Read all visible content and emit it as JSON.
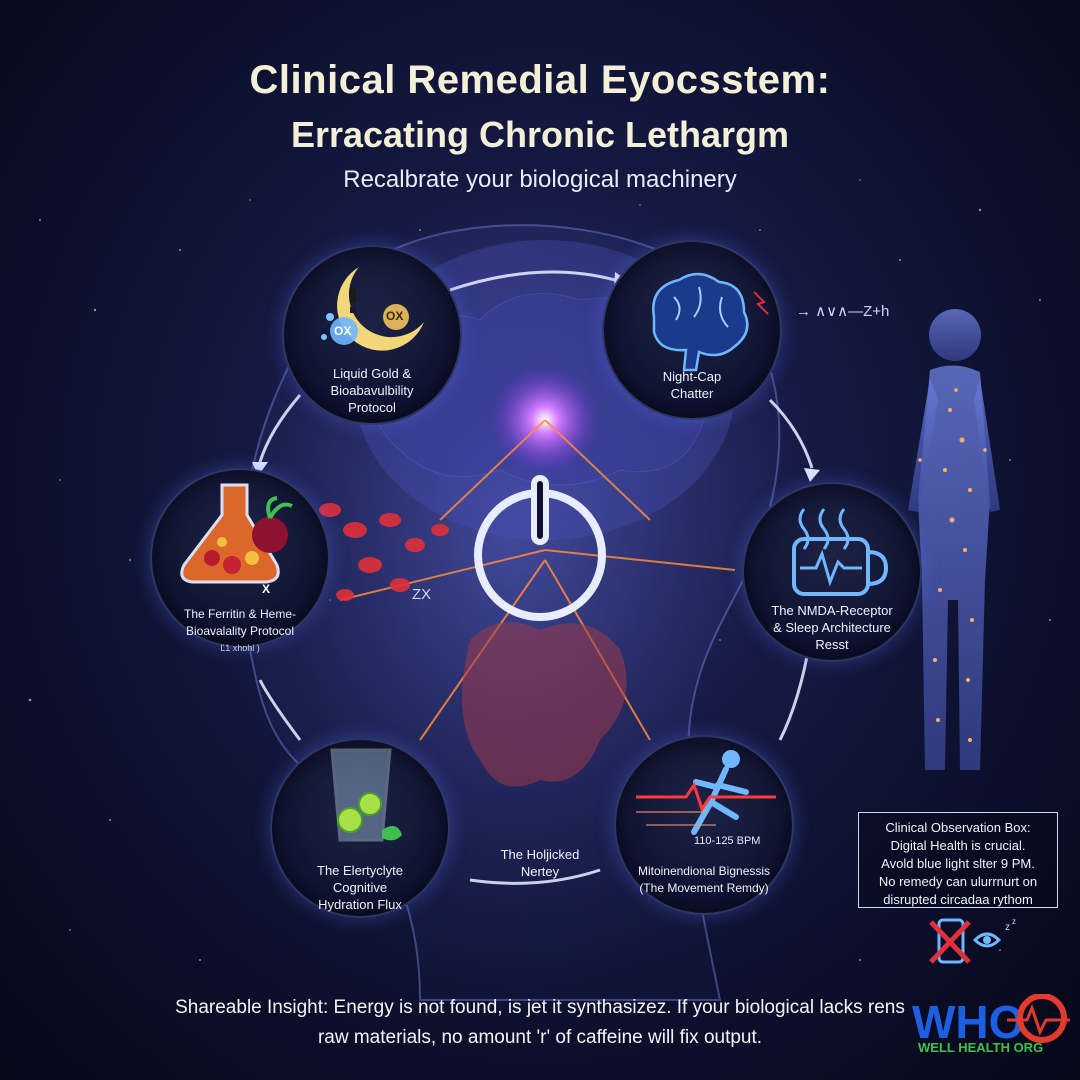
{
  "header": {
    "title": "Clinical Remedial Eyocsstem:",
    "subtitle": "Erracating Chronic Lethargm",
    "tagline": "Recalbrate your biological machinery"
  },
  "nodes": [
    {
      "id": "liquid-gold",
      "lines": [
        "Liquid Gold &",
        "Bioabavulbility",
        "Protocol"
      ],
      "badges": [
        "OX",
        "OX"
      ]
    },
    {
      "id": "night-cap",
      "lines": [
        "Night-Cap",
        "Chatter"
      ]
    },
    {
      "id": "ferritin",
      "lines": [
        "The Ferritin & Heme-",
        "Bioavalality Protocol"
      ],
      "footnote": "Ľ1 xhohl )",
      "mark": "X"
    },
    {
      "id": "nmda",
      "lines": [
        "The NMDA-Receptor",
        "& Sleep Architecture",
        "Resst"
      ]
    },
    {
      "id": "electrolyte",
      "lines": [
        "The Elertyclyte",
        "Cognitive",
        "Hydration Flux"
      ]
    },
    {
      "id": "mitochondrial",
      "lines": [
        "Mitoinendional Bignessis",
        "(The Movement Remdy)"
      ],
      "bpm": "110-125 BPM"
    }
  ],
  "center_label": [
    "The Holjicked",
    "Nertey"
  ],
  "stray_labels": {
    "zx": "ZX",
    "sleep_wave": "→ ∧∨∧—Z+h"
  },
  "observation_box": {
    "lines": [
      "Clinical Observation Box:",
      "Digital Health is crucial.",
      "Avold blue light slter 9 PM.",
      "No remedy can ulurrnurt on",
      "disrupted circadaa rythom"
    ]
  },
  "insight": {
    "line1": "Shareable Insight: Energy is not found, is jet it synthasizez. If your biological lacks rens",
    "line2": "raw materials, no amount 'r' of caffeine will fix output."
  },
  "logo": {
    "letters": "WHO",
    "tagline": "WELL HEALTH ORG"
  },
  "colors": {
    "title": "#f4f0d8",
    "accent_orange": "#ff8a3c",
    "glow_purple": "#c06cff",
    "logo_blue": "#1d5fe0",
    "logo_red": "#e23a2f",
    "logo_green": "#3fc14a"
  }
}
